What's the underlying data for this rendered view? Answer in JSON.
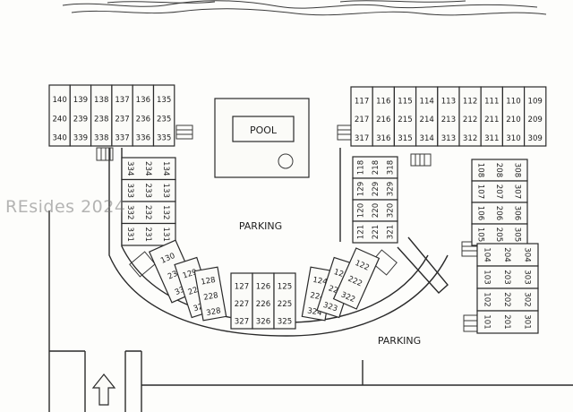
{
  "labels": {
    "pool": "POOL",
    "parking_top": "PARKING",
    "parking_bottom": "PARKING"
  },
  "watermark": "REsides 2024",
  "top_left_columns": [
    [
      "140",
      "240",
      "340"
    ],
    [
      "139",
      "239",
      "339"
    ],
    [
      "138",
      "238",
      "338"
    ],
    [
      "137",
      "237",
      "337"
    ],
    [
      "136",
      "236",
      "336"
    ],
    [
      "135",
      "235",
      "335"
    ]
  ],
  "top_right_columns": [
    [
      "117",
      "217",
      "317"
    ],
    [
      "116",
      "216",
      "316"
    ],
    [
      "115",
      "215",
      "315"
    ],
    [
      "114",
      "214",
      "314"
    ],
    [
      "113",
      "213",
      "313"
    ],
    [
      "112",
      "212",
      "312"
    ],
    [
      "111",
      "211",
      "311"
    ],
    [
      "110",
      "210",
      "310"
    ],
    [
      "109",
      "209",
      "309"
    ]
  ],
  "left_side_rows": [
    [
      "334",
      "234",
      "134"
    ],
    [
      "333",
      "233",
      "133"
    ],
    [
      "332",
      "232",
      "132"
    ],
    [
      "331",
      "231",
      "131"
    ]
  ],
  "right_inner_rows": [
    [
      "118",
      "218",
      "318"
    ],
    [
      "129",
      "229",
      "329"
    ],
    [
      "120",
      "220",
      "320"
    ],
    [
      "121",
      "221",
      "321"
    ]
  ],
  "curve_left": [
    [
      "130",
      "230",
      "330"
    ],
    [
      "129",
      "229",
      "329"
    ],
    [
      "128",
      "228",
      "328"
    ]
  ],
  "curve_bottom": [
    [
      "127",
      "227",
      "327"
    ],
    [
      "126",
      "226",
      "326"
    ],
    [
      "125",
      "225",
      "325"
    ]
  ],
  "curve_right": [
    [
      "124",
      "224",
      "324"
    ],
    [
      "123",
      "223",
      "323"
    ],
    [
      "122",
      "222",
      "322"
    ]
  ],
  "far_right_rows": [
    [
      "108",
      "208",
      "308"
    ],
    [
      "107",
      "207",
      "307"
    ],
    [
      "106",
      "206",
      "306"
    ],
    [
      "105",
      "205",
      "305"
    ],
    [
      "104",
      "204",
      "304"
    ],
    [
      "103",
      "203",
      "303"
    ],
    [
      "102",
      "202",
      "302"
    ],
    [
      "101",
      "201",
      "301"
    ]
  ]
}
